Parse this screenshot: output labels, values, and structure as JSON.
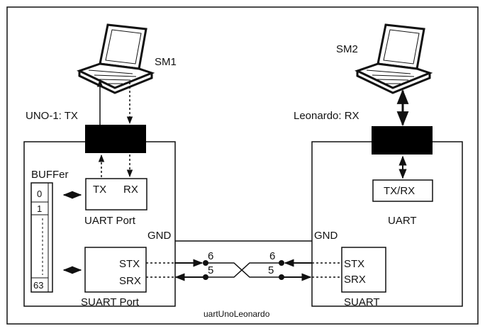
{
  "caption": "uartUnoLeonardo",
  "laptops": {
    "left_label": "SM1",
    "right_label": "SM2"
  },
  "left_board": {
    "label": "UNO-1: TX",
    "buffer_label": "BUFFer",
    "buffer_cells": [
      "0",
      "1",
      "63"
    ],
    "uart_tx": "TX",
    "uart_rx": "RX",
    "uart_port_label": "UART Port",
    "soft_stx": "STX",
    "soft_srx": "SRX",
    "soft_port_label": "SUART Port",
    "gnd": "GND"
  },
  "right_board": {
    "label": "Leonardo: RX",
    "uart_box": "TX/RX",
    "uart_label": "UART",
    "soft_stx": "STX",
    "soft_srx": "SRX",
    "soft_label": "SUART",
    "gnd": "GND"
  },
  "wires": {
    "left_top": "6",
    "left_bottom": "5",
    "right_top": "6",
    "right_bottom": "5"
  },
  "colors": {
    "line": "#111111",
    "connector": "#000000"
  }
}
